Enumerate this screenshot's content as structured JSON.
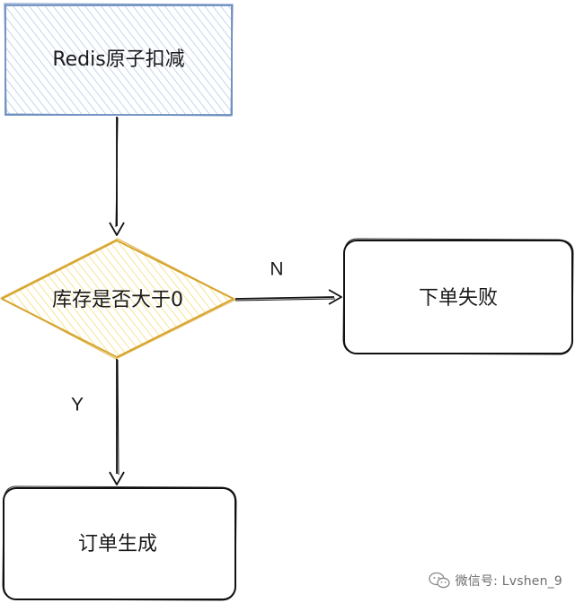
{
  "nodes": {
    "start": {
      "label": "Redis原子扣减",
      "color": "#6c8ebf"
    },
    "decision": {
      "label": "库存是否大于0",
      "color": "#d6a42a"
    },
    "fail": {
      "label": "下单失败",
      "color": "#111111"
    },
    "success": {
      "label": "订单生成",
      "color": "#111111"
    }
  },
  "edges": {
    "no_label": "N",
    "yes_label": "Y"
  },
  "watermark": {
    "text": "微信号: Lvshen_9",
    "icon": "wechat-icon"
  }
}
